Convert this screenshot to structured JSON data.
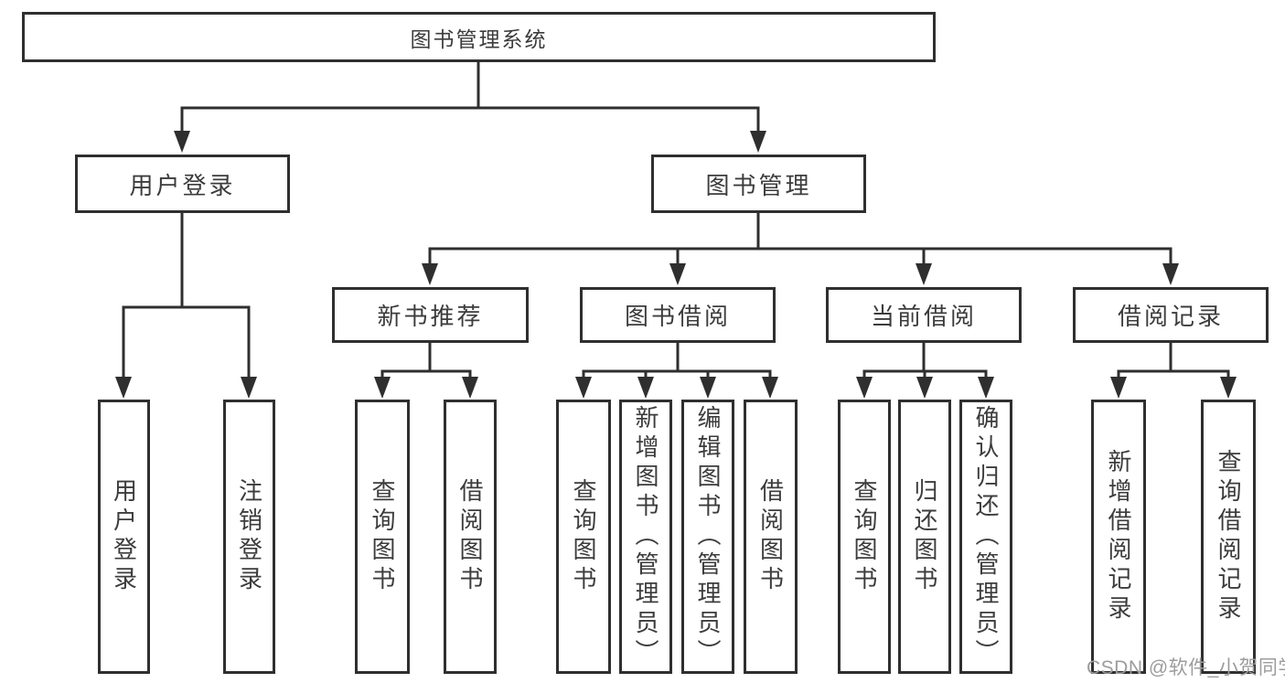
{
  "diagram": {
    "root": "图书管理系统",
    "level1": {
      "user_login": "用户登录",
      "book_mgmt": "图书管理"
    },
    "level2": {
      "new_books": "新书推荐",
      "book_borrow": "图书借阅",
      "current_borrow": "当前借阅",
      "borrow_records": "借阅记录"
    },
    "leaves": {
      "user_login_leaf": "用户登录",
      "logout": "注销登录",
      "nb_query_books": "查询图书",
      "nb_borrow_books": "借阅图书",
      "bb_query_books": "查询图书",
      "bb_add_books": "新增图书（管理员）",
      "bb_edit_books": "编辑图书（管理员）",
      "bb_borrow_books": "借阅图书",
      "cb_query_books": "查询图书",
      "cb_return_books": "归还图书",
      "cb_confirm_return": "确认归还（管理员）",
      "br_add_record": "新增借阅记录",
      "br_query_record": "查询借阅记录"
    }
  },
  "watermark": "CSDN @软件_小贺同学",
  "colors": {
    "line": "#2f2f2f",
    "text": "#3c3c3c",
    "watermark": "#9c9c9c",
    "background": "#ffffff"
  }
}
